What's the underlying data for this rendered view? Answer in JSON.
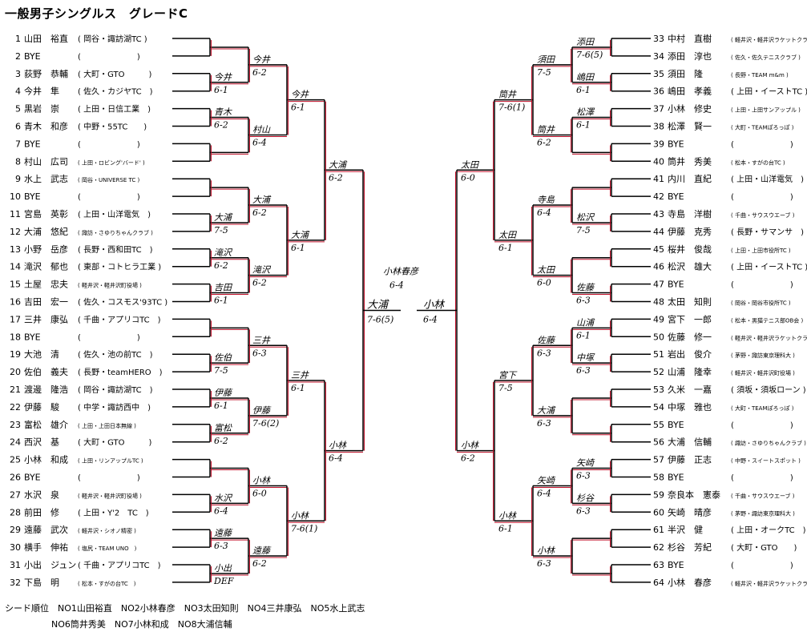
{
  "title": "一般男子シングルス　グレードC",
  "left_players": [
    {
      "no": "1",
      "name": "山田　裕直",
      "club": "( 岡谷・諏訪湖TC )",
      "small": false
    },
    {
      "no": "2",
      "name": "BYE",
      "club": "(　　　　　　　)",
      "small": false
    },
    {
      "no": "3",
      "name": "荻野　恭輔",
      "club": "( 大町・GTO　　　)",
      "small": false
    },
    {
      "no": "4",
      "name": "今井　隼",
      "club": "( 佐久・カジヤTC　)",
      "small": false
    },
    {
      "no": "5",
      "name": "黒岩　崇",
      "club": "( 上田・日信工業　)",
      "small": false
    },
    {
      "no": "6",
      "name": "青木　和彦",
      "club": "( 中野・55TC　　)",
      "small": false
    },
    {
      "no": "7",
      "name": "BYE",
      "club": "(　　　　　　　)",
      "small": false
    },
    {
      "no": "8",
      "name": "村山　広司",
      "club": "( 上田・ロビング'バード' )",
      "small": true
    },
    {
      "no": "9",
      "name": "水上　武志",
      "club": "( 岡谷・UNIVERSE TC )",
      "small": true
    },
    {
      "no": "10",
      "name": "BYE",
      "club": "(　　　　　　　)",
      "small": false
    },
    {
      "no": "11",
      "name": "宮島　英彰",
      "club": "( 上田・山洋電気　)",
      "small": false
    },
    {
      "no": "12",
      "name": "大浦　悠紀",
      "club": "( 諏訪・さゆりちゃんクラブ )",
      "small": true
    },
    {
      "no": "13",
      "name": "小野　岳彦",
      "club": "( 長野・西和田TC　)",
      "small": false
    },
    {
      "no": "14",
      "name": "滝沢　郁也",
      "club": "( 東部・コトヒラ工業 )",
      "small": false
    },
    {
      "no": "15",
      "name": "土屋　忠夫",
      "club": "( 軽井沢・軽井沢町役場 )",
      "small": true
    },
    {
      "no": "16",
      "name": "吉田　宏一",
      "club": "( 佐久・コスモス'93TC )",
      "small": false
    },
    {
      "no": "17",
      "name": "三井　康弘",
      "club": "( 千曲・アプリコTC　)",
      "small": false
    },
    {
      "no": "18",
      "name": "BYE",
      "club": "(　　　　　　　)",
      "small": false
    },
    {
      "no": "19",
      "name": "大池　清",
      "club": "( 佐久・池の前TC　)",
      "small": false
    },
    {
      "no": "20",
      "name": "佐伯　義夫",
      "club": "( 長野・teamHERO　)",
      "small": false
    },
    {
      "no": "21",
      "name": "渡邊　隆浩",
      "club": "( 岡谷・諏訪湖TC　)",
      "small": false
    },
    {
      "no": "22",
      "name": "伊藤　駿",
      "club": "( 中学・諏訪西中　)",
      "small": false
    },
    {
      "no": "23",
      "name": "富松　雄介",
      "club": "( 上田・上田日本無線 )",
      "small": true
    },
    {
      "no": "24",
      "name": "西沢　基",
      "club": "( 大町・GTO　　　)",
      "small": false
    },
    {
      "no": "25",
      "name": "小林　和成",
      "club": "( 上田・リンアップルTC )",
      "small": true
    },
    {
      "no": "26",
      "name": "BYE",
      "club": "(　　　　　　　)",
      "small": false
    },
    {
      "no": "27",
      "name": "水沢　泉",
      "club": "( 軽井沢・軽井沢町役場 )",
      "small": true
    },
    {
      "no": "28",
      "name": "前田　修",
      "club": "( 上田・Y'2　TC　)",
      "small": false
    },
    {
      "no": "29",
      "name": "遠藤　武次",
      "club": "( 軽井沢・シオノ精密 )",
      "small": true
    },
    {
      "no": "30",
      "name": "横手　伸祐",
      "club": "( 塩尻・TEAM UNO　)",
      "small": true
    },
    {
      "no": "31",
      "name": "小出　ジュン",
      "club": "( 千曲・アプリコTC　)",
      "small": false
    },
    {
      "no": "32",
      "name": "下島　明",
      "club": "( 松本・すがの台TC　)",
      "small": true
    }
  ],
  "right_players": [
    {
      "no": "33",
      "name": "中村　直樹",
      "club": "( 軽井沢・軽井沢ラケットクラブ )",
      "small": true
    },
    {
      "no": "34",
      "name": "添田　淳也",
      "club": "( 佐久・佐久テニスクラブ )",
      "small": true
    },
    {
      "no": "35",
      "name": "須田　隆",
      "club": "( 長野・TEAM m&m )",
      "small": true
    },
    {
      "no": "36",
      "name": "嶋田　孝義",
      "club": "( 上田・イーストTC )",
      "small": false
    },
    {
      "no": "37",
      "name": "小林　修史",
      "club": "( 上田・上田サンアップル )",
      "small": true
    },
    {
      "no": "38",
      "name": "松澤　賢一",
      "club": "( 大町・TEAMぽろっぽ )",
      "small": true
    },
    {
      "no": "39",
      "name": "BYE",
      "club": "(　　　　　　　)",
      "small": false
    },
    {
      "no": "40",
      "name": "筒井　秀美",
      "club": "( 松本・すがの台TC )",
      "small": true
    },
    {
      "no": "41",
      "name": "内川　直紀",
      "club": "( 上田・山洋電気　)",
      "small": false
    },
    {
      "no": "42",
      "name": "BYE",
      "club": "(　　　　　　　)",
      "small": false
    },
    {
      "no": "43",
      "name": "寺島　洋樹",
      "club": "( 千曲・サウスウエーブ )",
      "small": true
    },
    {
      "no": "44",
      "name": "伊藤　克秀",
      "club": "( 長野・サマンサ　)",
      "small": false
    },
    {
      "no": "45",
      "name": "桜井　俊哉",
      "club": "( 上田・上田市役所TC )",
      "small": true
    },
    {
      "no": "46",
      "name": "松沢　雄大",
      "club": "( 上田・イーストTC )",
      "small": false
    },
    {
      "no": "47",
      "name": "BYE",
      "club": "(　　　　　　　)",
      "small": false
    },
    {
      "no": "48",
      "name": "太田　知則",
      "club": "( 岡谷・岡谷市役所TC )",
      "small": true
    },
    {
      "no": "49",
      "name": "宮下　一郎",
      "club": "( 松本・黒猫テニス部OB会 )",
      "small": true
    },
    {
      "no": "50",
      "name": "佐藤　修一",
      "club": "( 軽井沢・軽井沢ラケットクラブ )",
      "small": true
    },
    {
      "no": "51",
      "name": "岩出　俊介",
      "club": "( 茅野・諏訪東京理科大 )",
      "small": true
    },
    {
      "no": "52",
      "name": "山浦　隆幸",
      "club": "( 軽井沢・軽井沢町役場 )",
      "small": true
    },
    {
      "no": "53",
      "name": "久米　一嘉",
      "club": "( 須坂・須坂ローン )",
      "small": false
    },
    {
      "no": "54",
      "name": "中塚　雅也",
      "club": "( 大町・TEAMぽろっぽ )",
      "small": true
    },
    {
      "no": "55",
      "name": "BYE",
      "club": "(　　　　　　　)",
      "small": false
    },
    {
      "no": "56",
      "name": "大浦　信輔",
      "club": "( 諏訪・さゆりちゃんクラブ )",
      "small": true
    },
    {
      "no": "57",
      "name": "伊藤　正志",
      "club": "( 中野・スイートスポット )",
      "small": true
    },
    {
      "no": "58",
      "name": "BYE",
      "club": "(　　　　　　　)",
      "small": false
    },
    {
      "no": "59",
      "name": "奈良本　憲泰",
      "club": "( 千曲・サウスウエーブ )",
      "small": true
    },
    {
      "no": "60",
      "name": "矢崎　晴彦",
      "club": "( 茅野・諏訪東京理科大 )",
      "small": true
    },
    {
      "no": "61",
      "name": "半沢　健",
      "club": "( 上田・オークTC　)",
      "small": false
    },
    {
      "no": "62",
      "name": "杉谷　芳紀",
      "club": "( 大町・GTO　　)",
      "small": false
    },
    {
      "no": "63",
      "name": "BYE",
      "club": "(　　　　　　　)",
      "small": false
    },
    {
      "no": "64",
      "name": "小林　春彦",
      "club": "( 軽井沢・軽井沢ラケットクラブ )",
      "small": true
    }
  ],
  "left_results": {
    "r1": [
      {
        "w": "",
        "s": ""
      },
      {
        "w": "今井",
        "s": "6-1"
      },
      {
        "w": "青木",
        "s": "6-2"
      },
      {
        "w": "",
        "s": ""
      },
      {
        "w": "",
        "s": ""
      },
      {
        "w": "大浦",
        "s": "7-5"
      },
      {
        "w": "滝沢",
        "s": "6-2"
      },
      {
        "w": "吉田",
        "s": "6-1"
      },
      {
        "w": "",
        "s": ""
      },
      {
        "w": "佐伯",
        "s": "7-5"
      },
      {
        "w": "伊藤",
        "s": "6-1"
      },
      {
        "w": "富松",
        "s": "6-2"
      },
      {
        "w": "",
        "s": ""
      },
      {
        "w": "水沢",
        "s": "6-4"
      },
      {
        "w": "遠藤",
        "s": "6-3"
      },
      {
        "w": "小出",
        "s": "DEF"
      }
    ],
    "r2": [
      {
        "w": "今井",
        "s": "6-2"
      },
      {
        "w": "村山",
        "s": "6-4"
      },
      {
        "w": "大浦",
        "s": "6-2"
      },
      {
        "w": "滝沢",
        "s": "6-2"
      },
      {
        "w": "三井",
        "s": "6-3"
      },
      {
        "w": "伊藤",
        "s": "7-6(2)"
      },
      {
        "w": "小林",
        "s": "6-0"
      },
      {
        "w": "遠藤",
        "s": "6-2"
      }
    ],
    "r3": [
      {
        "w": "今井",
        "s": "6-1"
      },
      {
        "w": "大浦",
        "s": "6-1"
      },
      {
        "w": "三井",
        "s": "6-1"
      },
      {
        "w": "小林",
        "s": "7-6(1)"
      }
    ],
    "r4": [
      {
        "w": "大浦",
        "s": "6-2"
      },
      {
        "w": "小林",
        "s": "6-4"
      }
    ],
    "semi": {
      "w": "大浦",
      "s": "7-6(5)"
    }
  },
  "right_results": {
    "r1": [
      {
        "w": "添田",
        "s": "7-6(5)"
      },
      {
        "w": "嶋田",
        "s": "6-1"
      },
      {
        "w": "松澤",
        "s": "6-1"
      },
      {
        "w": "",
        "s": ""
      },
      {
        "w": "",
        "s": ""
      },
      {
        "w": "松沢",
        "s": "7-5"
      },
      {
        "w": "",
        "s": ""
      },
      {
        "w": "佐藤",
        "s": "6-3"
      },
      {
        "w": "山浦",
        "s": "6-1"
      },
      {
        "w": "中塚",
        "s": "6-3"
      },
      {
        "w": "",
        "s": ""
      },
      {
        "w": "",
        "s": ""
      },
      {
        "w": "矢崎",
        "s": "6-3"
      },
      {
        "w": "杉谷",
        "s": "6-3"
      },
      {
        "w": "",
        "s": ""
      },
      {
        "w": "",
        "s": ""
      }
    ],
    "r2": [
      {
        "w": "須田",
        "s": "7-5"
      },
      {
        "w": "筒井",
        "s": "6-2"
      },
      {
        "w": "寺島",
        "s": "6-4"
      },
      {
        "w": "太田",
        "s": "6-0"
      },
      {
        "w": "佐藤",
        "s": "6-3"
      },
      {
        "w": "大浦",
        "s": "6-3"
      },
      {
        "w": "矢崎",
        "s": "6-4"
      },
      {
        "w": "小林",
        "s": "6-3"
      }
    ],
    "r3": [
      {
        "w": "筒井",
        "s": "7-6(1)"
      },
      {
        "w": "太田",
        "s": "6-1"
      },
      {
        "w": "宮下",
        "s": "7-5"
      },
      {
        "w": "小林",
        "s": "6-1"
      }
    ],
    "r4": [
      {
        "w": "太田",
        "s": "6-0"
      },
      {
        "w": "小林",
        "s": "6-2"
      }
    ],
    "semi": {
      "w": "小林",
      "s": "6-4"
    }
  },
  "final": {
    "w": "小林春彦",
    "s": "6-4"
  },
  "seeds_line1": "シード順位　NO1山田裕直　NO2小林春彦　NO3太田知則　NO4三井康弘　NO5水上武志",
  "seeds_line2": "NO6筒井秀美　NO7小林和成　NO8大浦信輔"
}
